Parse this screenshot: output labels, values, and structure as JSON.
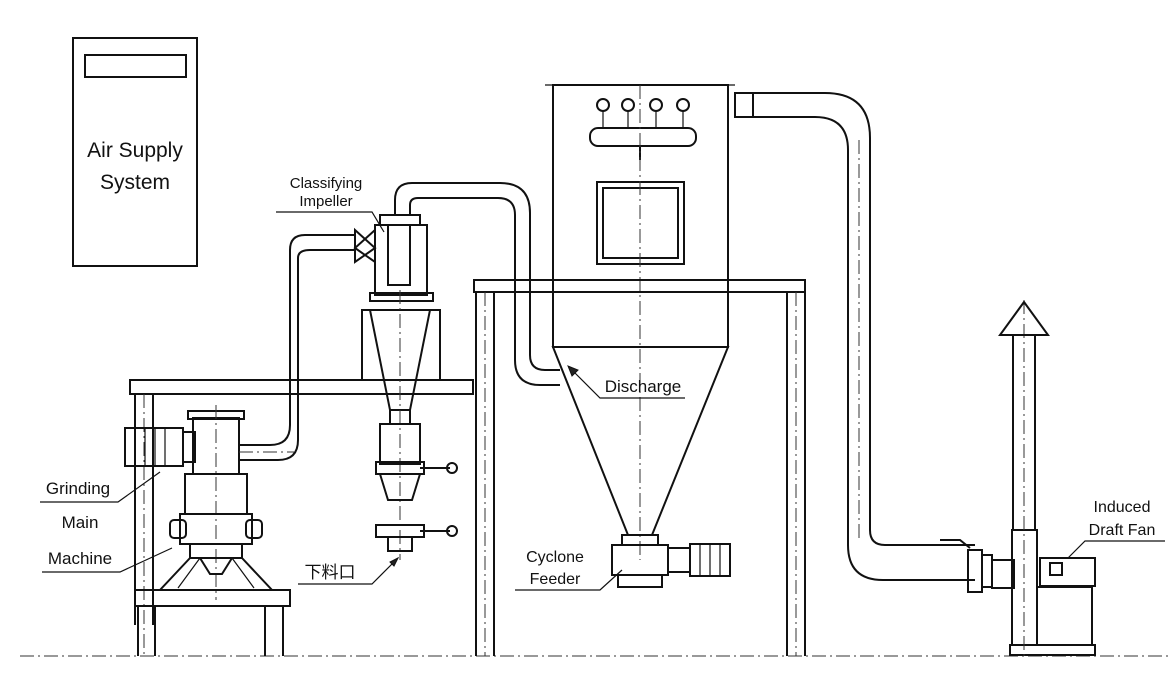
{
  "labels": {
    "air_supply_line1": "Air Supply",
    "air_supply_line2": "System",
    "classifying_line1": "Classifying",
    "classifying_line2": "Impeller",
    "discharge": "Discharge",
    "grinding": "Grinding",
    "main": "Main",
    "machine": "Machine",
    "outlet_cn": "下料口",
    "cyclone_line1": "Cyclone",
    "cyclone_line2": "Feeder",
    "induced_line1": "Induced",
    "induced_line2": "Draft Fan"
  }
}
